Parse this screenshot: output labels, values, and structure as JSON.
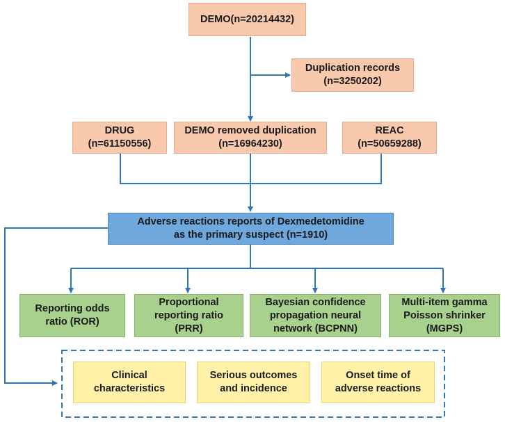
{
  "nodes": {
    "demo": [
      "DEMO(n=20214432)"
    ],
    "duplication": [
      "Duplication records",
      "(n=3250202)"
    ],
    "drug": [
      "DRUG",
      "(n=61150556)"
    ],
    "demo_removed": [
      "DEMO removed duplication",
      "(n=16964230)"
    ],
    "reac": [
      "REAC",
      "(n=50659288)"
    ],
    "adverse": [
      "Adverse reactions reports of Dexmedetomidine",
      "as the primary suspect (n=1910)"
    ],
    "ror": [
      "Reporting odds",
      "ratio (ROR)"
    ],
    "prr": [
      "Proportional",
      "reporting ratio",
      "(PRR)"
    ],
    "bcpnn": [
      "Bayesian confidence",
      "propagation neural",
      "network (BCPNN)"
    ],
    "mgps": [
      "Multi-item gamma",
      "Poisson shrinker",
      "(MGPS)"
    ],
    "clinical": [
      "Clinical",
      "characteristics"
    ],
    "serious": [
      "Serious outcomes",
      "and incidence"
    ],
    "onset": [
      "Onset time of",
      "adverse reactions"
    ]
  },
  "colors": {
    "orange_box": "#f9c9ad",
    "blue_box": "#6fa8dc",
    "green_box": "#a9d18e",
    "yellow_box": "#fff2a8",
    "connector": "#2e75b6"
  }
}
